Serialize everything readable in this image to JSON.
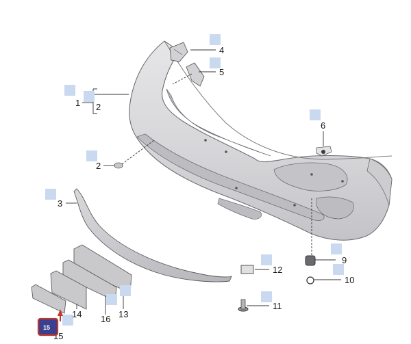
{
  "diagram": {
    "callouts": [
      {
        "id": "c1",
        "label": "1"
      },
      {
        "id": "c2a",
        "label": "2"
      },
      {
        "id": "c2b",
        "label": "2"
      },
      {
        "id": "c3",
        "label": "3"
      },
      {
        "id": "c4",
        "label": "4"
      },
      {
        "id": "c5",
        "label": "5"
      },
      {
        "id": "c6",
        "label": "6"
      },
      {
        "id": "c9",
        "label": "9"
      },
      {
        "id": "c10",
        "label": "10"
      },
      {
        "id": "c11",
        "label": "11"
      },
      {
        "id": "c12",
        "label": "12"
      },
      {
        "id": "c13",
        "label": "13"
      },
      {
        "id": "c14",
        "label": "14"
      },
      {
        "id": "c15",
        "label": "15"
      },
      {
        "id": "c16",
        "label": "16"
      }
    ],
    "active_marker": {
      "label": "15"
    },
    "colors": {
      "hotspot": "#c9daf0",
      "active_marker_fill": "#3b3f8f",
      "active_marker_border": "#c0392b",
      "part_fill": "#d9d9db",
      "part_stroke": "#6e6e72"
    }
  }
}
